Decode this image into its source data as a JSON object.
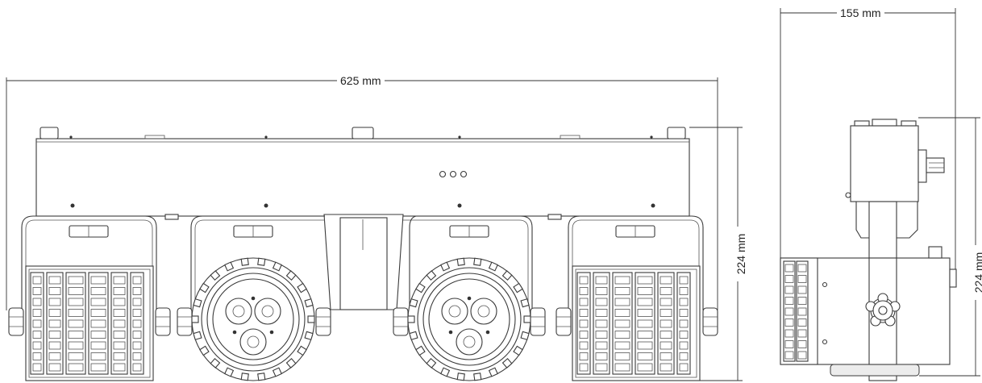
{
  "dimensions": {
    "front_width": "625 mm",
    "front_height": "224 mm",
    "side_width": "155 mm",
    "side_height": "224 mm"
  },
  "colors": {
    "line": "#3a3a3a",
    "background": "#ffffff"
  }
}
